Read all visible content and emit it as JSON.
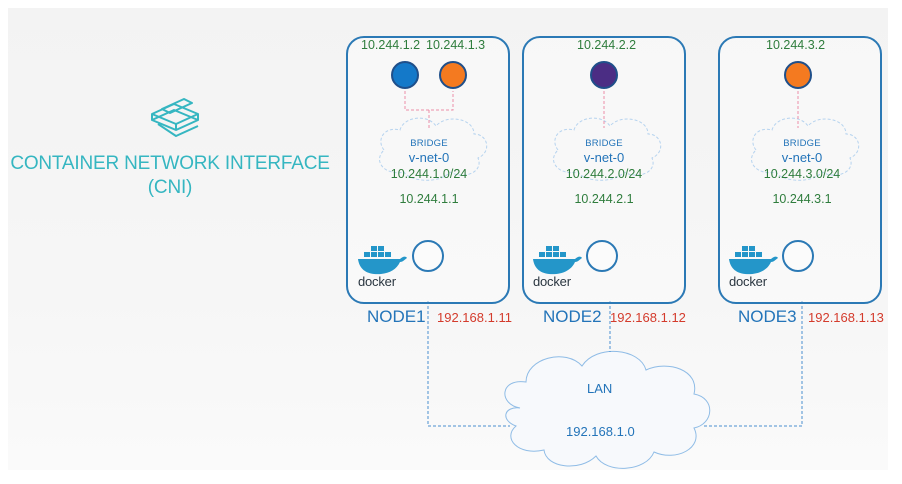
{
  "cni": {
    "title_line1": "CONTAINER NETWORK INTERFACE",
    "title_line2": "(CNI)",
    "icon": "cni-logo-icon"
  },
  "nodes": [
    {
      "label": "NODE1",
      "ip": "192.168.1.11",
      "pod_ips": [
        "10.244.1.2",
        "10.244.1.3"
      ],
      "pod_colors": [
        "#1479c9",
        "#f47a20"
      ],
      "bridge_title": "BRIDGE",
      "bridge_name": "v-net-0",
      "bridge_subnet": "10.244.1.0/24",
      "gateway_ip": "10.244.1.1",
      "runtime": "docker"
    },
    {
      "label": "NODE2",
      "ip": "192.168.1.12",
      "pod_ips": [
        "10.244.2.2"
      ],
      "pod_colors": [
        "#4b2d84"
      ],
      "bridge_title": "BRIDGE",
      "bridge_name": "v-net-0",
      "bridge_subnet": "10.244.2.0/24",
      "gateway_ip": "10.244.2.1",
      "runtime": "docker"
    },
    {
      "label": "NODE3",
      "ip": "192.168.1.13",
      "pod_ips": [
        "10.244.3.2"
      ],
      "pod_colors": [
        "#f47a20"
      ],
      "bridge_title": "BRIDGE",
      "bridge_name": "v-net-0",
      "bridge_subnet": "10.244.3.0/24",
      "gateway_ip": "10.244.3.1",
      "runtime": "docker"
    }
  ],
  "lan": {
    "label": "LAN",
    "subnet": "192.168.1.0"
  },
  "colors": {
    "node_border": "#2b79b5",
    "pod_ip_text": "#2f7d3d",
    "node_ip_text": "#d43b2c",
    "cni_text": "#35b6c1",
    "link_pink": "#e0527a",
    "link_blue": "#4a8fd0"
  }
}
